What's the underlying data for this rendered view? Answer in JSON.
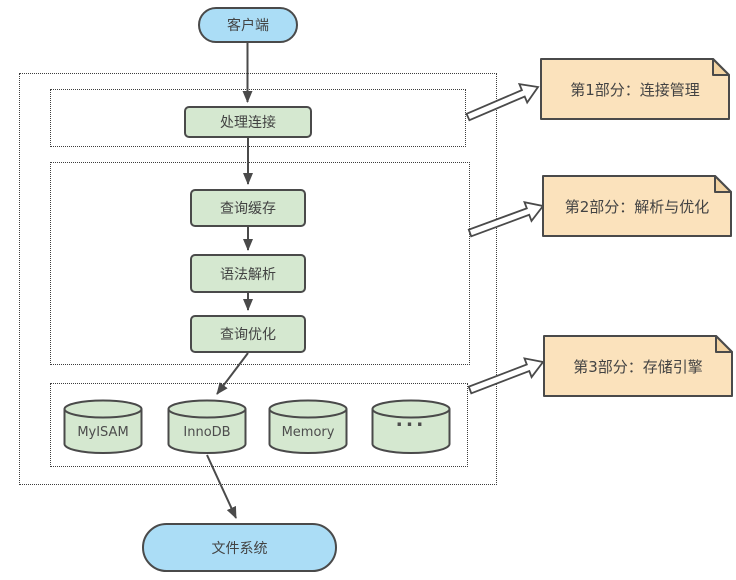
{
  "diagram": {
    "nodes": {
      "client": "客户端",
      "handle_connection": "处理连接",
      "query_cache": "查询缓存",
      "syntax_parse": "语法解析",
      "query_optimize": "查询优化",
      "filesystem": "文件系统"
    },
    "engines": [
      "MyISAM",
      "InnoDB",
      "Memory",
      "..."
    ],
    "notes": [
      "第1部分：连接管理",
      "第2部分：解析与优化",
      "第3部分：存储引擎"
    ],
    "colors": {
      "node_blue_fill": "#abddf6",
      "node_green_fill": "#d5e8d0",
      "note_orange_fill": "#fbe2bc",
      "note_fold_fill": "#f3d3a1",
      "stroke_dark": "#4a4a4a",
      "dotted_border": "#3e3e3e",
      "text": "#434343"
    }
  }
}
